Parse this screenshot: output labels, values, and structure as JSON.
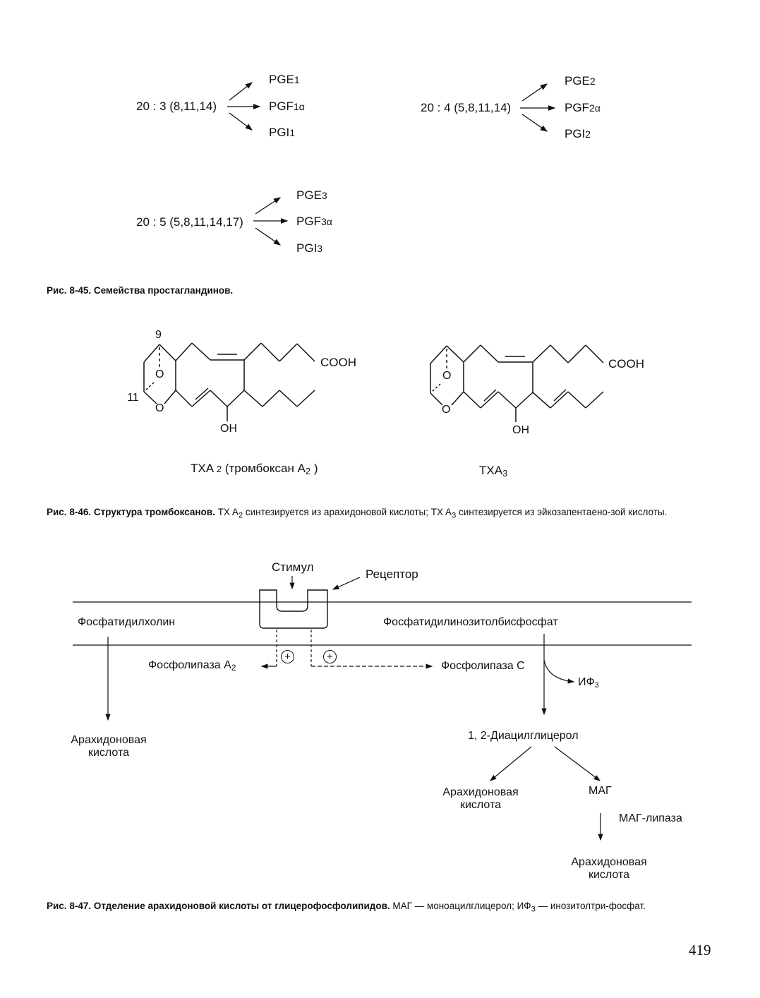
{
  "fig45": {
    "families": [
      {
        "acid": "20 : 3 (8,11,14)",
        "p1": "PGE",
        "p1s": "1",
        "p2": "PGF",
        "p2s": "1α",
        "p3": "PGI",
        "p3s": "1"
      },
      {
        "acid": "20 : 4 (5,8,11,14)",
        "p1": "PGE",
        "p1s": "2",
        "p2": "PGF",
        "p2s": "2α",
        "p3": "PGI",
        "p3s": "2"
      },
      {
        "acid": "20 : 5 (5,8,11,14,17)",
        "p1": "PGE",
        "p1s": "3",
        "p2": "PGF",
        "p2s": "3α",
        "p3": "PGI",
        "p3s": "3"
      }
    ],
    "caption_bold": "Рис. 8-45. Семейства простагландинов."
  },
  "fig46": {
    "left": {
      "num9": "9",
      "num11": "11",
      "o": "O",
      "cooh": "COOH",
      "oh": "OH",
      "label_pre": "TXA ",
      "label_sub": "2",
      "label_mid": " (тромбоксан A",
      "label_sub2": "2",
      "label_end": " )"
    },
    "right": {
      "o": "O",
      "cooh": "COOH",
      "oh": "OH",
      "label_pre": "TXA",
      "label_sub": "3"
    },
    "caption_bold": "Рис. 8-46. Структура тромбоксанов.",
    "caption_p1": " TX A",
    "caption_s1": "2",
    "caption_p2": " синтезируется из арахидоновой кислоты; TX A",
    "caption_s2": "3",
    "caption_p3": " синтезируется из эйкозапентаено-зой кислоты."
  },
  "fig47": {
    "stimul": "Стимул",
    "receptor": "Рецептор",
    "pc": "Фосфатидилхолин",
    "pip2": "Фосфатидилинозитолбисфосфат",
    "pla2_pre": "Фосфолипаза  A",
    "pla2_sub": "2",
    "plc": "Фосфолипаза С",
    "ip3_pre": "ИФ",
    "ip3_sub": "3",
    "plus": "+",
    "aa_left_1": "Арахидоновая",
    "aa_left_2": "кислота",
    "dag": "1, 2-Диацилглицерол",
    "aa_mid_1": "Арахидоновая",
    "aa_mid_2": "кислота",
    "mag": "МАГ",
    "mag_lipase": "МАГ-липаза",
    "aa_bottom_1": "Арахидоновая",
    "aa_bottom_2": "кислота",
    "caption_bold": "Рис. 8-47. Отделение арахидоновой кислоты от глицерофосфолипидов.",
    "caption_p1": " МАГ — моноацилглицерол; ИФ",
    "caption_s1": "3",
    "caption_p2": " — инозитолтри-фосфат."
  },
  "page_number": "419"
}
